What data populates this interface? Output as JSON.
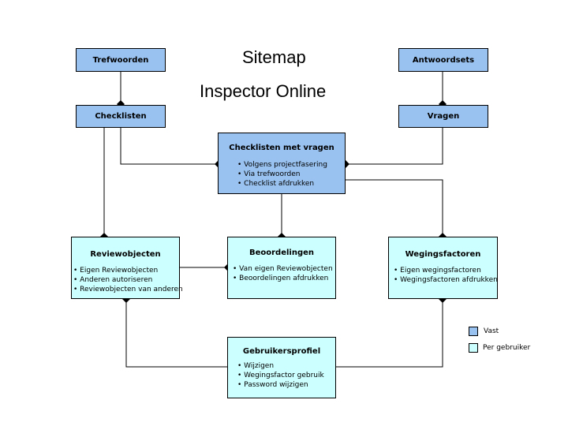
{
  "title": "Sitemap",
  "subtitle": "Inspector Online",
  "colors": {
    "vast": "#99c2f0",
    "per_gebruiker": "#ccffff",
    "line": "#000000"
  },
  "nodes": {
    "trefwoorden": {
      "title": "Trefwoorden"
    },
    "antwoordsets": {
      "title": "Antwoordsets"
    },
    "checklisten": {
      "title": "Checklisten"
    },
    "vragen": {
      "title": "Vragen"
    },
    "checklisten_met_vragen": {
      "title": "Checklisten met vragen",
      "items": [
        "Volgens projectfasering",
        "Via trefwoorden",
        "Checklist afdrukken"
      ]
    },
    "reviewobjecten": {
      "title": "Reviewobjecten",
      "items": [
        "Eigen Reviewobjecten",
        "Anderen autoriseren",
        "Reviewobjecten van anderen"
      ]
    },
    "beoordelingen": {
      "title": "Beoordelingen",
      "items": [
        "Van eigen Reviewobjecten",
        "Beoordelingen afdrukken"
      ]
    },
    "wegingsfactoren": {
      "title": "Wegingsfactoren",
      "items": [
        "Eigen wegingsfactoren",
        "Wegingsfactoren afdrukken"
      ]
    },
    "gebruikersprofiel": {
      "title": "Gebruikersprofiel",
      "items": [
        "Wijzigen",
        "Wegingsfactor gebruik",
        "Password wijzigen"
      ]
    }
  },
  "legend": [
    {
      "label": "Vast"
    },
    {
      "label": "Per gebruiker"
    }
  ]
}
